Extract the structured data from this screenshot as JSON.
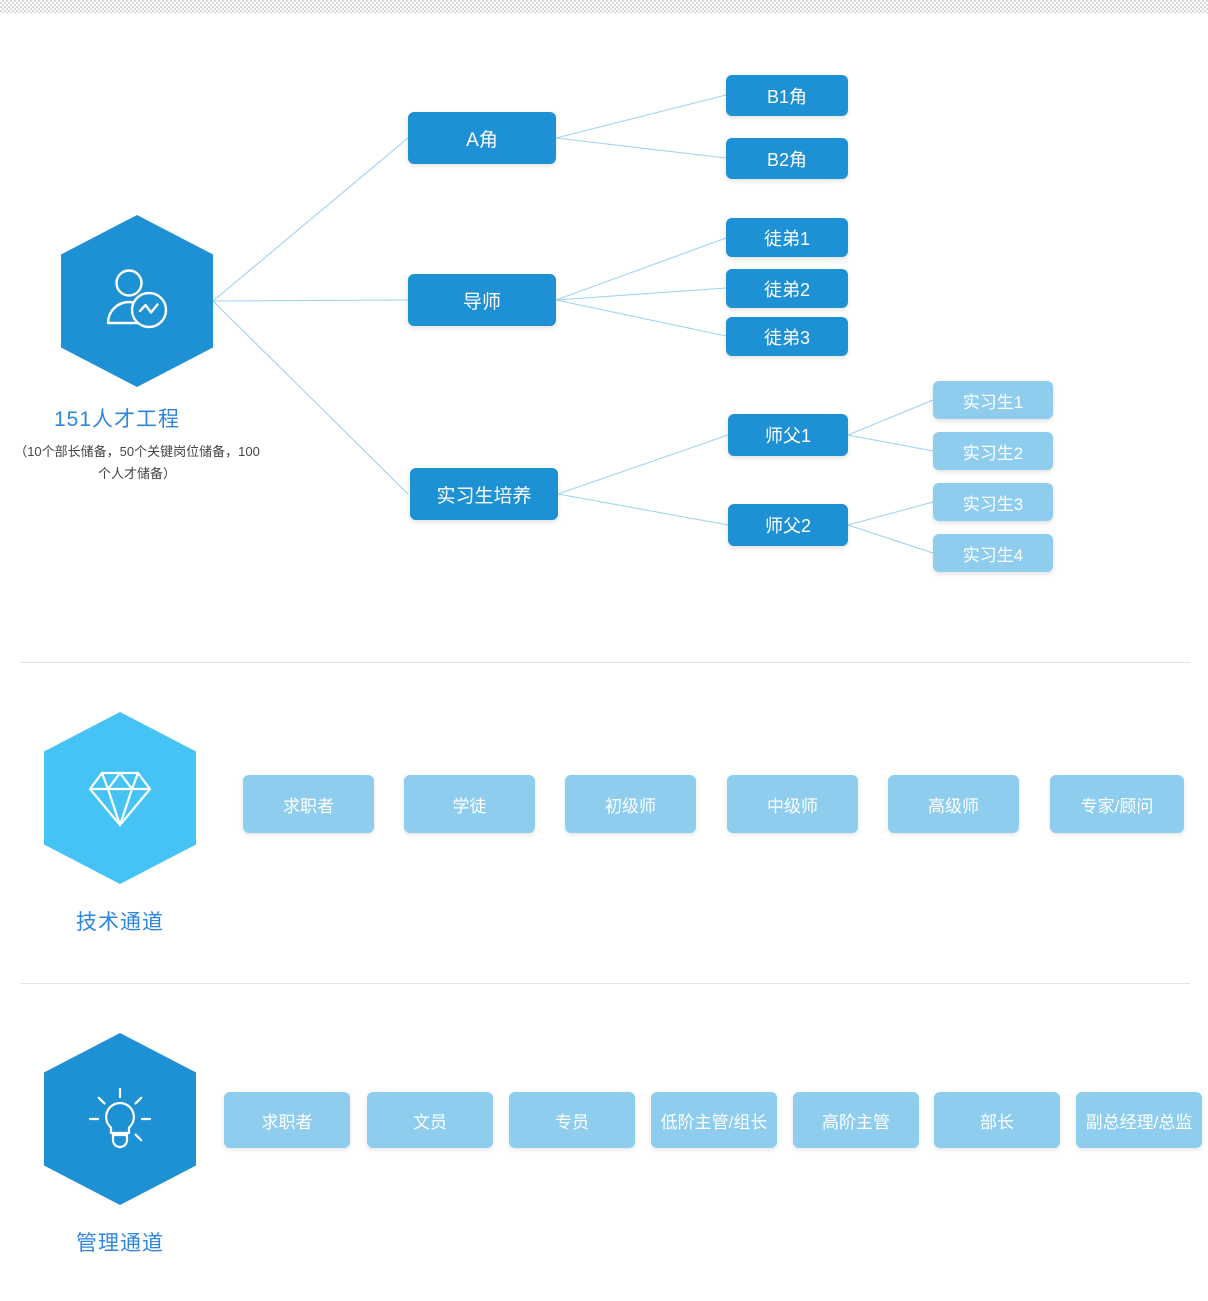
{
  "theme": {
    "brand_blue": "#1e90d4",
    "light_blue": "#8ecdee",
    "cyan_hex": "#46c3f5",
    "label_blue": "#2f86dd",
    "connector_blue": "#9fd3f0",
    "divider_gray": "#e3e3e3"
  },
  "sections": [
    {
      "id": "talent-project",
      "hex_icon": "person-chat-icon",
      "hex_color": "#1e90d4",
      "title": "151人才工程",
      "subtitle": "（10个部长储备，50个关键岗位储备，100个人才储备）",
      "branches": [
        {
          "label": "A角",
          "children": [
            {
              "label": "B1角"
            },
            {
              "label": "B2角"
            }
          ]
        },
        {
          "label": "导师",
          "children": [
            {
              "label": "徒弟1"
            },
            {
              "label": "徒弟2"
            },
            {
              "label": "徒弟3"
            }
          ]
        },
        {
          "label": "实习生培养",
          "children": [
            {
              "label": "师父1",
              "children": [
                {
                  "label": "实习生1"
                },
                {
                  "label": "实习生2"
                }
              ]
            },
            {
              "label": "师父2",
              "children": [
                {
                  "label": "实习生3"
                },
                {
                  "label": "实习生4"
                }
              ]
            }
          ]
        }
      ]
    },
    {
      "id": "technical-channel",
      "hex_icon": "diamond-icon",
      "hex_color": "#46c3f5",
      "title": "技术通道",
      "steps": [
        "求职者",
        "学徒",
        "初级师",
        "中级师",
        "高级师",
        "专家/顾问"
      ]
    },
    {
      "id": "management-channel",
      "hex_icon": "lightbulb-icon",
      "hex_color": "#1e90d4",
      "title": "管理通道",
      "steps": [
        "求职者",
        "文员",
        "专员",
        "低阶主管/组长",
        "高阶主管",
        "部长",
        "副总经理/总监"
      ]
    }
  ]
}
